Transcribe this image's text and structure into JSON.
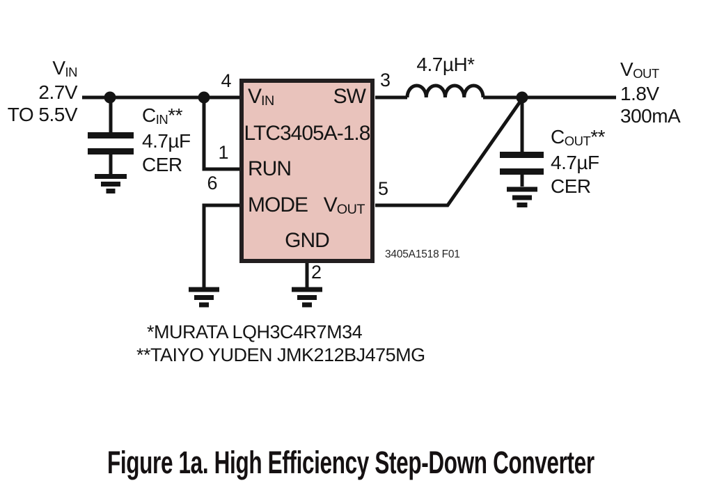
{
  "caption": "Figure 1a. High Efficiency Step-Down Converter",
  "figure_code": "3405A1518 F01",
  "ic": {
    "name": "LTC3405A-1.8",
    "pin_vin": {
      "num": "4",
      "label_main": "V",
      "label_sub": "IN"
    },
    "pin_sw": {
      "num": "3",
      "label": "SW"
    },
    "pin_run": {
      "num": "1",
      "label": "RUN"
    },
    "pin_mode": {
      "num": "6",
      "label": "MODE"
    },
    "pin_vout": {
      "num": "5",
      "label_main": "V",
      "label_sub": "OUT"
    },
    "pin_gnd": {
      "num": "2",
      "label": "GND"
    }
  },
  "input": {
    "rail_main": "V",
    "rail_sub": "IN",
    "line2": "2.7V",
    "line3": "TO 5.5V"
  },
  "output": {
    "rail_main": "V",
    "rail_sub": "OUT",
    "line2": "1.8V",
    "line3": "300mA"
  },
  "cin": {
    "main": "C",
    "sub": "IN",
    "stars": "**",
    "value": "4.7µF",
    "type": "CER"
  },
  "cout": {
    "main": "C",
    "sub": "OUT",
    "stars": "**",
    "value": "4.7µF",
    "type": "CER"
  },
  "inductor": {
    "value": "4.7µH*"
  },
  "notes": [
    "*MURATA LQH3C4R7M34",
    "**TAIYO YUDEN JMK212BJ475MG"
  ],
  "colors": {
    "ic_fill": "#e9c3bc",
    "ic_border": "#221e1f",
    "wire": "#141414",
    "bg": "#ffffff"
  }
}
